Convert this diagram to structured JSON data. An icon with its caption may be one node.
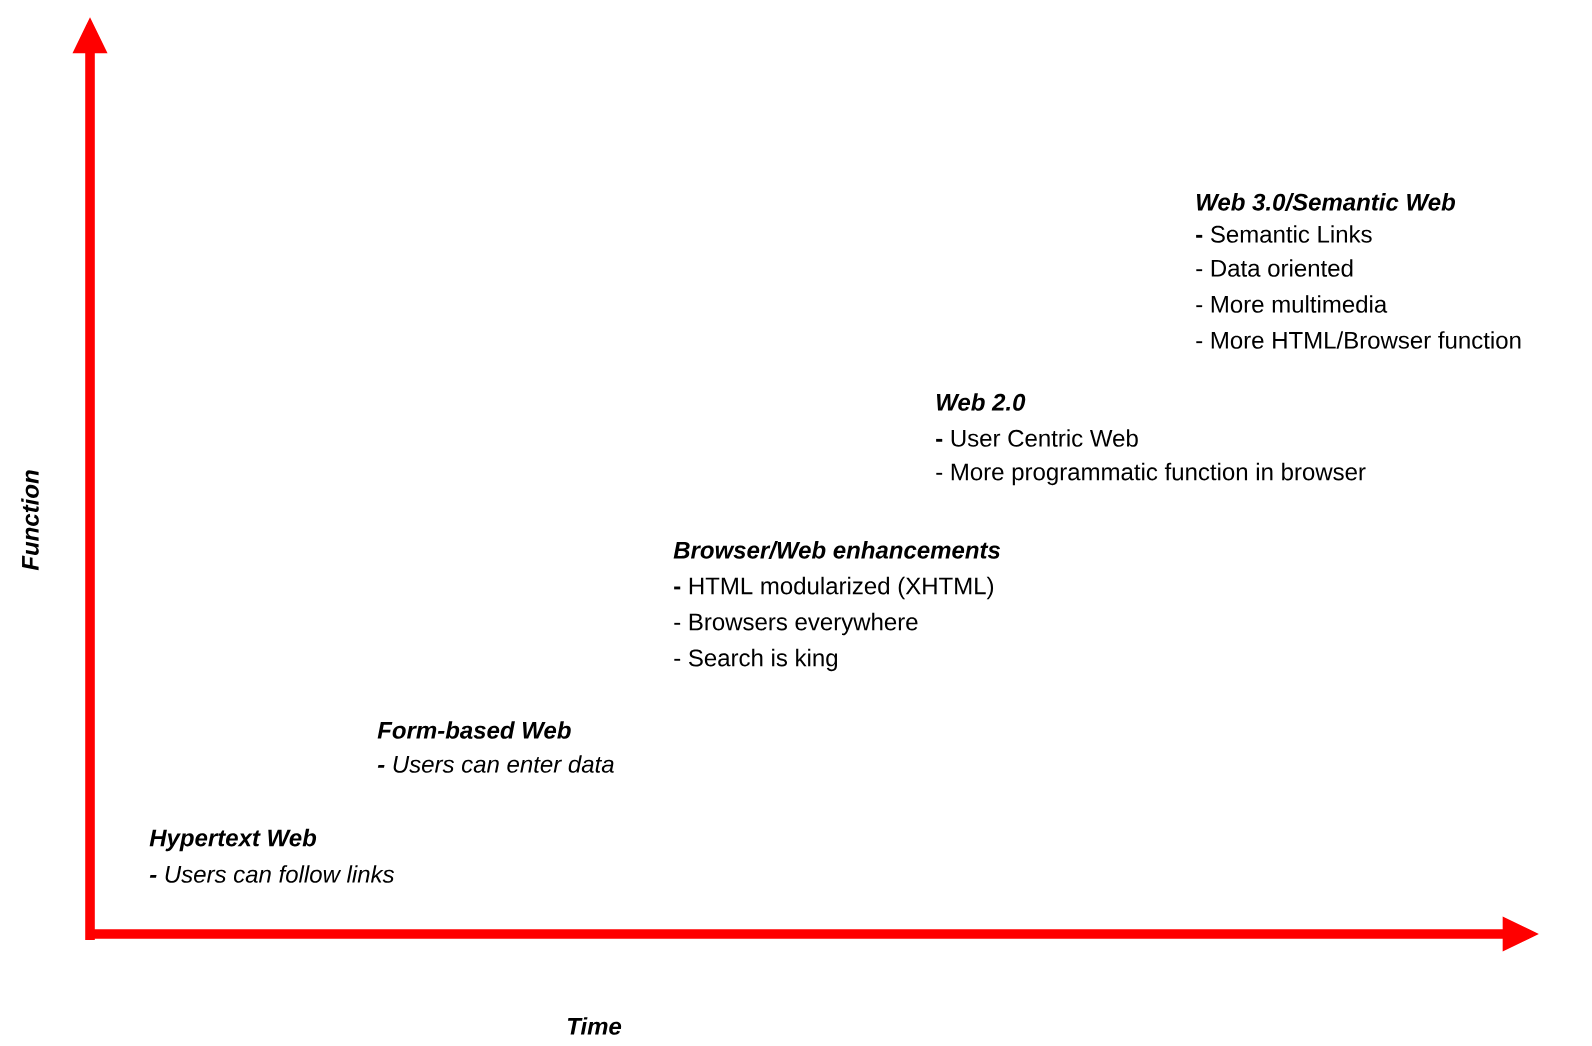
{
  "diagram": {
    "labels": [
      "Web 3.0/Semantic Web",
      "**-** Semantic Links",
      "- Data oriented",
      "- More multimedia",
      "- More HTML/Browser function",
      "Web 2.0",
      "**-** User Centric Web",
      "- More programmatic function in browser",
      "Browser/Web enhancements",
      "**-** HTML modularized (XHTML)",
      "- Browsers everywhere",
      "- Search is king",
      "Function",
      "Form-based Web",
      "**-** Users can enter data",
      "Hypertext Web",
      "**-** Users can follow links",
      "Time"
    ]
  }
}
